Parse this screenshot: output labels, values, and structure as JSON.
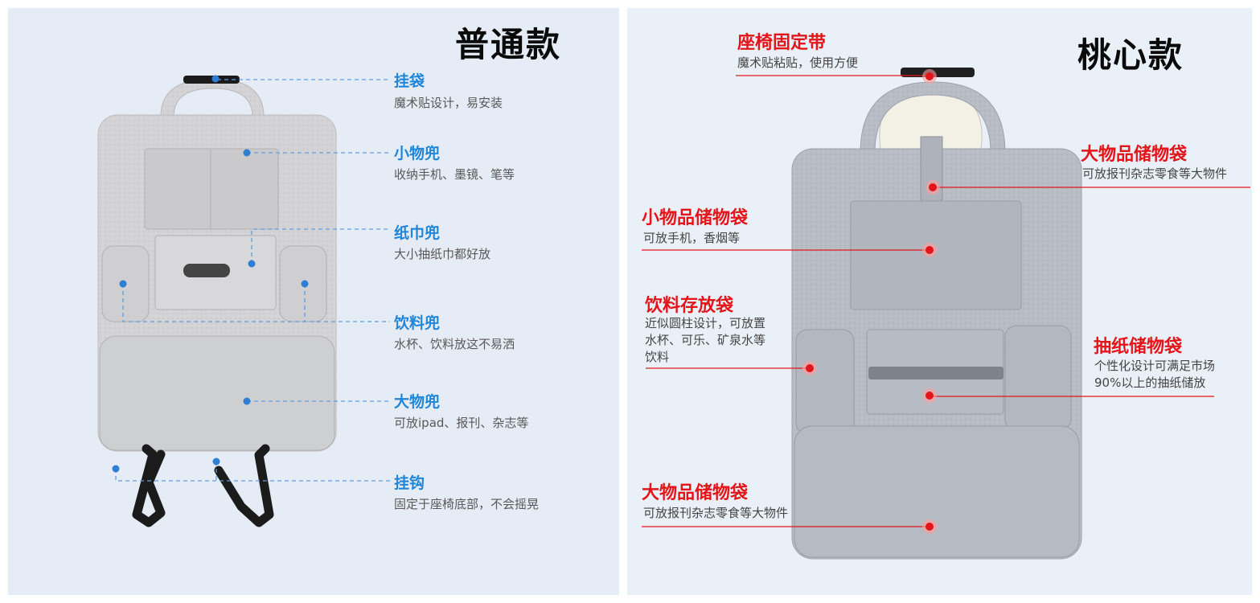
{
  "left": {
    "heading": "普通款",
    "callouts": [
      {
        "title": "挂袋",
        "desc": "魔术贴设计，易安装"
      },
      {
        "title": "小物兜",
        "desc": "收纳手机、墨镜、笔等"
      },
      {
        "title": "纸巾兜",
        "desc": "大小抽纸巾都好放"
      },
      {
        "title": "饮料兜",
        "desc": "水杯、饮料放这不易洒"
      },
      {
        "title": "大物兜",
        "desc": "可放ipad、报刊、杂志等"
      },
      {
        "title": "挂钩",
        "desc": "固定于座椅底部，不会摇晃"
      }
    ],
    "accent_color": "#1f86d8"
  },
  "right": {
    "heading": "桃心款",
    "callouts": [
      {
        "title": "座椅固定带",
        "desc": "魔术贴粘贴，使用方便"
      },
      {
        "title": "大物品储物袋",
        "desc": "可放报刊杂志零食等大物件"
      },
      {
        "title": "小物品储物袋",
        "desc": "可放手机，香烟等"
      },
      {
        "title": "饮料存放袋",
        "desc_lines": [
          "近似圆柱设计，可放置",
          "水杯、可乐、矿泉水等",
          "饮料"
        ]
      },
      {
        "title": "抽纸储物袋",
        "desc_lines": [
          "个性化设计可满足市场",
          "90%以上的抽纸储放"
        ]
      },
      {
        "title": "大物品储物袋",
        "desc": "可放报刊杂志零食等大物件"
      }
    ],
    "accent_color": "#e4151a"
  }
}
